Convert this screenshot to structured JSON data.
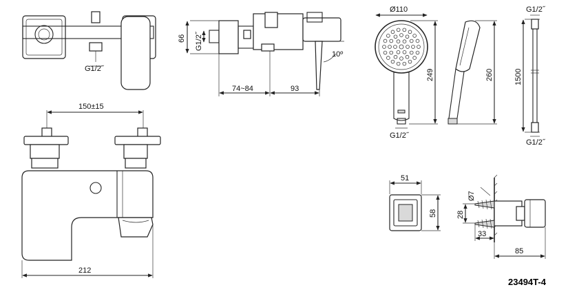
{
  "labels": {
    "top_left_thread": "G1/2˝",
    "side_height": "66",
    "side_thread": "G1/2˝",
    "side_angle": "10º",
    "side_depth_a": "74~84",
    "side_depth_b": "93",
    "head_diameter": "Ø110",
    "shower_length": "249",
    "shower_thread": "G1/2˝",
    "side_shower_length": "260",
    "hose_top_thread": "G1/2˝",
    "hose_length": "1500",
    "hose_bottom_thread": "G1/2˝",
    "front_spacing": "150±15",
    "front_width": "212",
    "bracket_width": "51",
    "bracket_height": "58",
    "screw_diameter": "Ø7",
    "screw_spacing": "28",
    "screw_depth": "33",
    "bracket_projection": "85",
    "product_code": "23494T-4"
  }
}
